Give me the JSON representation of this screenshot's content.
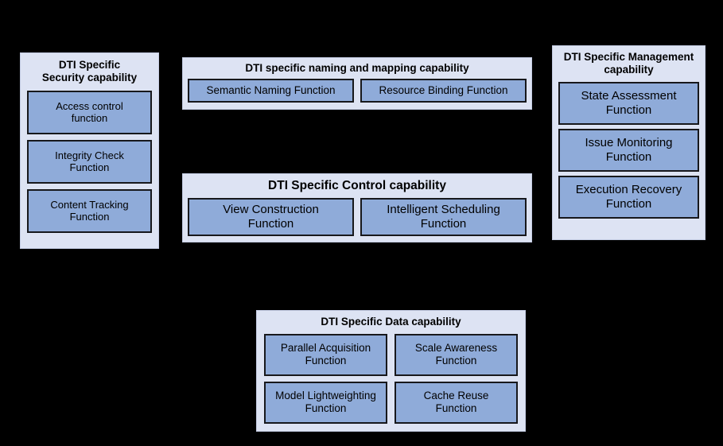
{
  "diagram": {
    "background_color": "#000000",
    "panel_fill_color": "#dde3f3",
    "function_fill_color": "#8fabd9",
    "function_border_color": "#17181c",
    "panels": [
      {
        "id": "security",
        "title": "DTI Specific\nSecurity capability",
        "functions": [
          {
            "label": "Access control\nfunction"
          },
          {
            "label": "Integrity Check\nFunction"
          },
          {
            "label": "Content Tracking\nFunction"
          }
        ]
      },
      {
        "id": "naming",
        "title": "DTI specific naming and mapping capability",
        "functions": [
          {
            "label": "Semantic Naming Function"
          },
          {
            "label": "Resource Binding Function"
          }
        ]
      },
      {
        "id": "control",
        "title": "DTI Specific Control capability",
        "functions": [
          {
            "label": "View Construction\nFunction"
          },
          {
            "label": "Intelligent Scheduling\nFunction"
          }
        ]
      },
      {
        "id": "management",
        "title": "DTI Specific Management\ncapability",
        "functions": [
          {
            "label": "State Assessment\nFunction"
          },
          {
            "label": "Issue Monitoring\nFunction"
          },
          {
            "label": "Execution Recovery\nFunction"
          }
        ]
      },
      {
        "id": "data",
        "title": "DTI Specific Data capability",
        "functions": [
          {
            "label": "Parallel Acquisition\nFunction"
          },
          {
            "label": "Scale Awareness\nFunction"
          },
          {
            "label": "Model Lightweighting\nFunction"
          },
          {
            "label": "Cache Reuse\nFunction"
          }
        ]
      }
    ]
  }
}
